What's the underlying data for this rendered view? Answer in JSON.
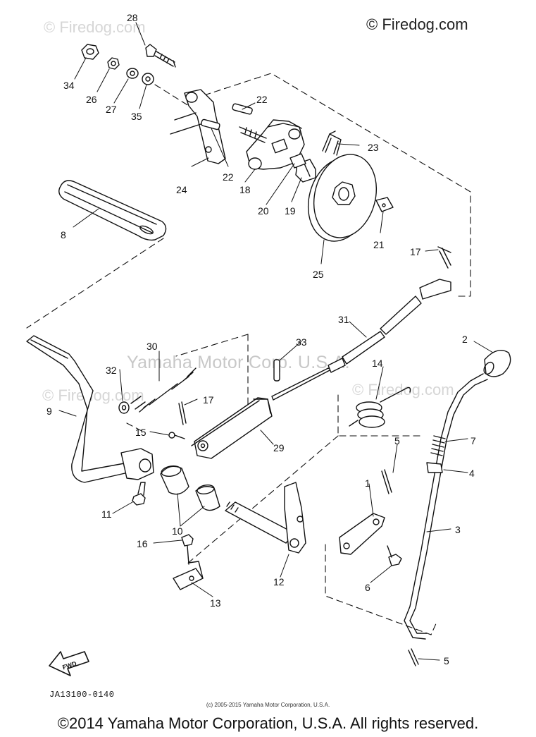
{
  "watermarks": {
    "top_right": "© Firedog.com",
    "faint_top_left": "© Firedog.com",
    "faint_mid_left": "© Firedog.com",
    "faint_mid_right": "© Firedog.com",
    "center": "Yamaha Motor Corp. U.S.A."
  },
  "part_labels": {
    "p28": "28",
    "p34": "34",
    "p26": "26",
    "p27": "27",
    "p35": "35",
    "p22a": "22",
    "p22b": "22",
    "p23": "23",
    "p24": "24",
    "p18": "18",
    "p20": "20",
    "p19": "19",
    "p8": "8",
    "p21": "21",
    "p25": "25",
    "p17a": "17",
    "p31": "31",
    "p2": "2",
    "p30": "30",
    "p33": "33",
    "p32": "32",
    "p14": "14",
    "p9": "9",
    "p17b": "17",
    "p15": "15",
    "p29": "29",
    "p5a": "5",
    "p7": "7",
    "p4": "4",
    "p1": "1",
    "p11": "11",
    "p10": "10",
    "p3": "3",
    "p16": "16",
    "p12": "12",
    "p6": "6",
    "p13": "13",
    "p5b": "5"
  },
  "fwd_label": "FWD",
  "diagram_code": "JA13100-0140",
  "small_copyright": "(c) 2005-2015 Yamaha Motor Corporation, U.S.A.",
  "footer_copyright": "©2014 Yamaha Motor Corporation, U.S.A. All rights reserved."
}
